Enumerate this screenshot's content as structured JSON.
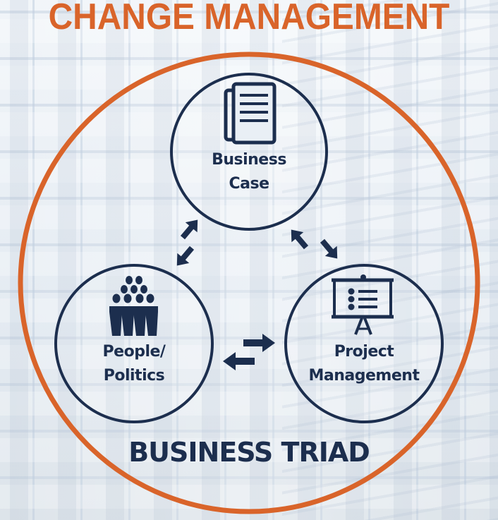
{
  "title": "CHANGE MANAGEMENT",
  "footer_label": "BUSINESS TRIAD",
  "colors": {
    "accent_orange": "#d9642a",
    "navy": "#1c2e4e",
    "background": "#e9eff5"
  },
  "nodes": [
    {
      "id": "business-case",
      "line1": "Business",
      "line2": "Case",
      "icon": "document-stack-icon"
    },
    {
      "id": "people-politics",
      "line1": "People/",
      "line2": "Politics",
      "icon": "group-people-icon"
    },
    {
      "id": "project-management",
      "line1": "Project",
      "line2": "Management",
      "icon": "presentation-board-icon"
    }
  ],
  "connectors": [
    {
      "from": "business-case",
      "to": "people-politics",
      "type": "bidirectional"
    },
    {
      "from": "business-case",
      "to": "project-management",
      "type": "bidirectional"
    },
    {
      "from": "people-politics",
      "to": "project-management",
      "type": "bidirectional"
    }
  ]
}
